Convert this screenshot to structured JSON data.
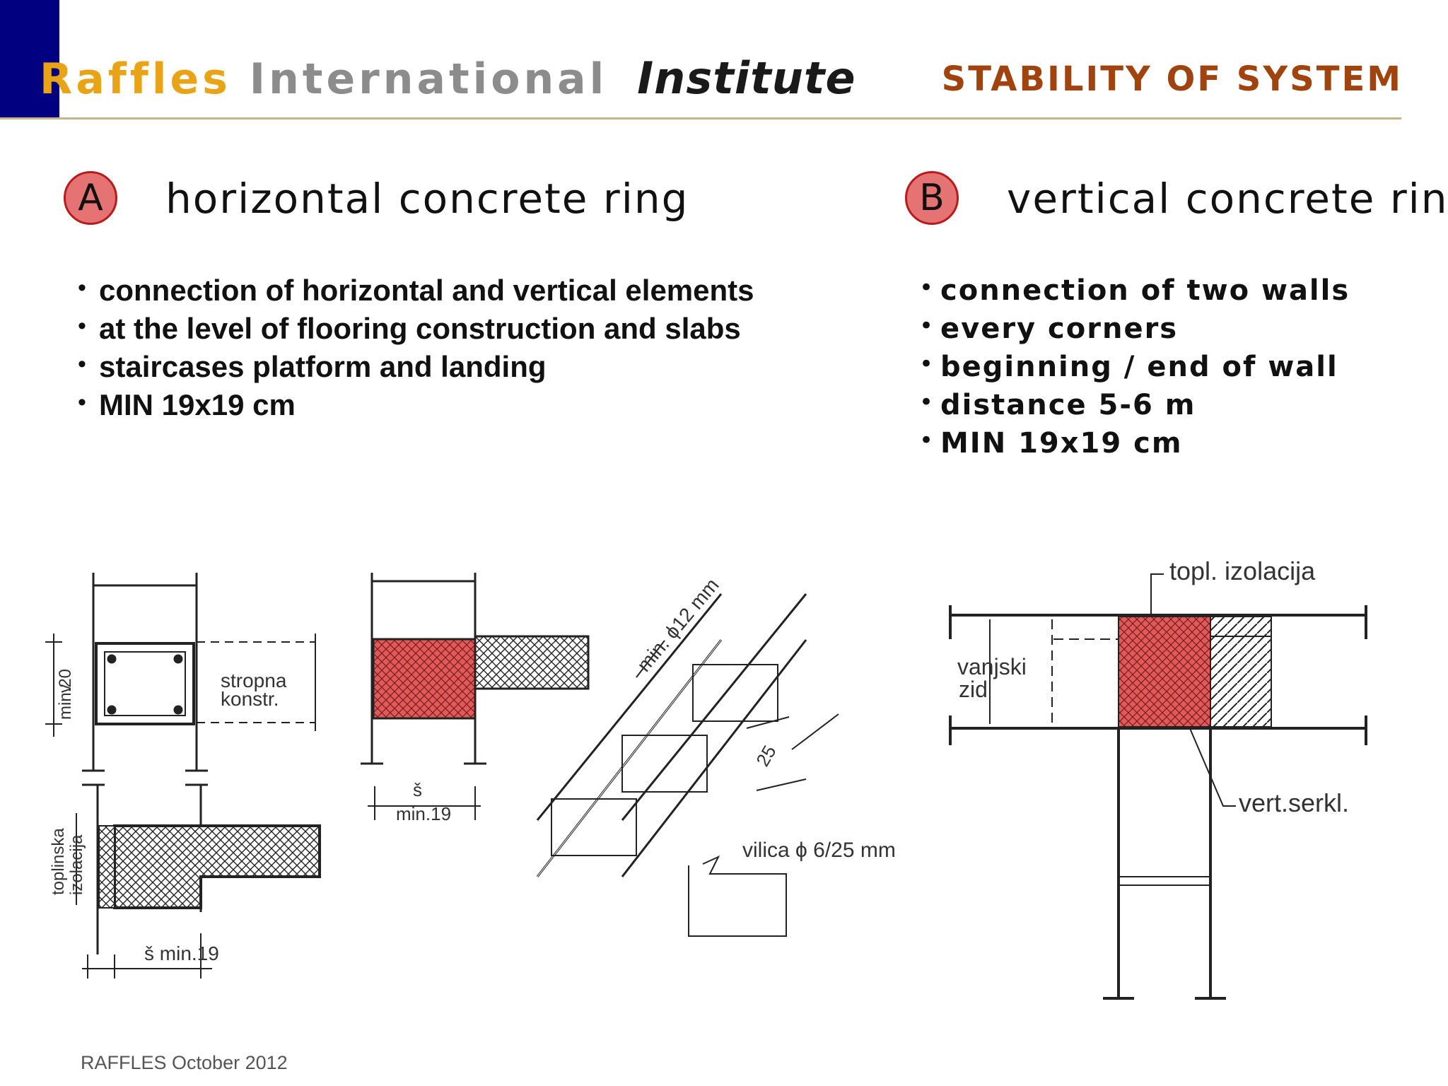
{
  "header": {
    "brand": {
      "first_letter": "R",
      "rest_of_word": "affles",
      "second_word": "International",
      "third_word": "Institute"
    },
    "slide_title": "STABILITY OF SYSTEM"
  },
  "section_a": {
    "badge": "A",
    "title": "horizontal concrete ring",
    "bullets": [
      "connection of horizontal and vertical elements",
      "at the level of flooring construction and  slabs",
      "staircases platform and landing",
      "MIN 19x19 cm"
    ]
  },
  "section_b": {
    "badge": "B",
    "title": "vertical concrete ring",
    "bullets": [
      "connection of two walls",
      "every corners",
      "beginning / end of wall",
      "distance 5-6 m",
      "MIN 19x19 cm"
    ]
  },
  "drawing_a_section": {
    "height_label_v": "v",
    "height_label_min": "min.20",
    "floor_label_line1": "stropna",
    "floor_label_line2": "konstr.",
    "insulation_label_line1": "toplinska",
    "insulation_label_line2": "izolacija",
    "width_label": "š min.19"
  },
  "drawing_a_detail": {
    "width_label_s": "š",
    "width_label_min": "min.19"
  },
  "drawing_a_cage": {
    "bar_label": "min. ϕ12 mm",
    "spacing_label": "25",
    "stirrup_label": "vilica ϕ 6/25 mm"
  },
  "drawing_b_plan": {
    "insulation_label": "topl. izolacija",
    "wall_label_line1": "vanjski",
    "wall_label_line2": "zid",
    "column_label": "vert.serkl."
  },
  "colors": {
    "brand_orange": "#e8a317",
    "brand_grey": "#8c8c8c",
    "brand_blue": "#000080",
    "title_brown": "#a0430f",
    "concrete_red": "#e05a5a",
    "rule": "#c8b48c"
  },
  "footer": {
    "text": "RAFFLES October 2012"
  }
}
